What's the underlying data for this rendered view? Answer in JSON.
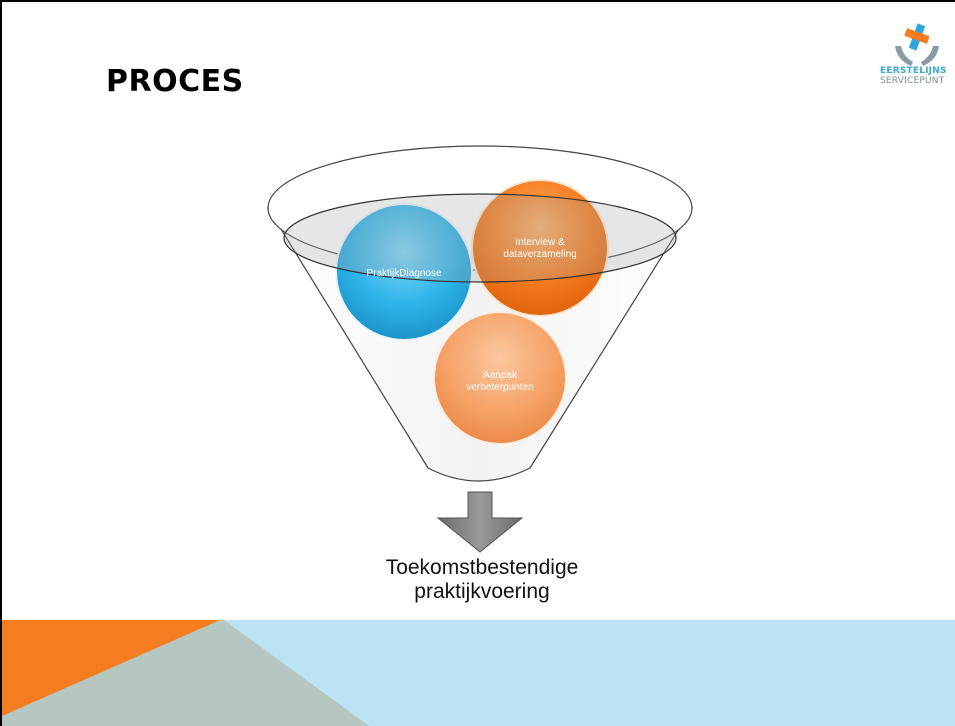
{
  "slide": {
    "title": "PROCES"
  },
  "logo": {
    "line1": "EERSTELIJNS",
    "line2": "SERVICEPUNT",
    "icon": "hands-with-cross-icon"
  },
  "diagram": {
    "type": "funnel",
    "circles": [
      {
        "label": "PraktijkDiagnose",
        "color": "#2fb4ea"
      },
      {
        "label_line1": "Interview &",
        "label_line2": "dataverzameling",
        "color": "#f57c1f"
      },
      {
        "label_line1": "Aanpak",
        "label_line2": "verbeterpunten",
        "color": "#f6a46a"
      }
    ],
    "arrow_icon": "down-arrow-icon",
    "result_line1": "Toekomstbestendige",
    "result_line2": "praktijkvoering"
  },
  "colors": {
    "orange": "#f57c1f",
    "grey_green": "#b6c6c0",
    "light_blue": "#bce3f4"
  }
}
